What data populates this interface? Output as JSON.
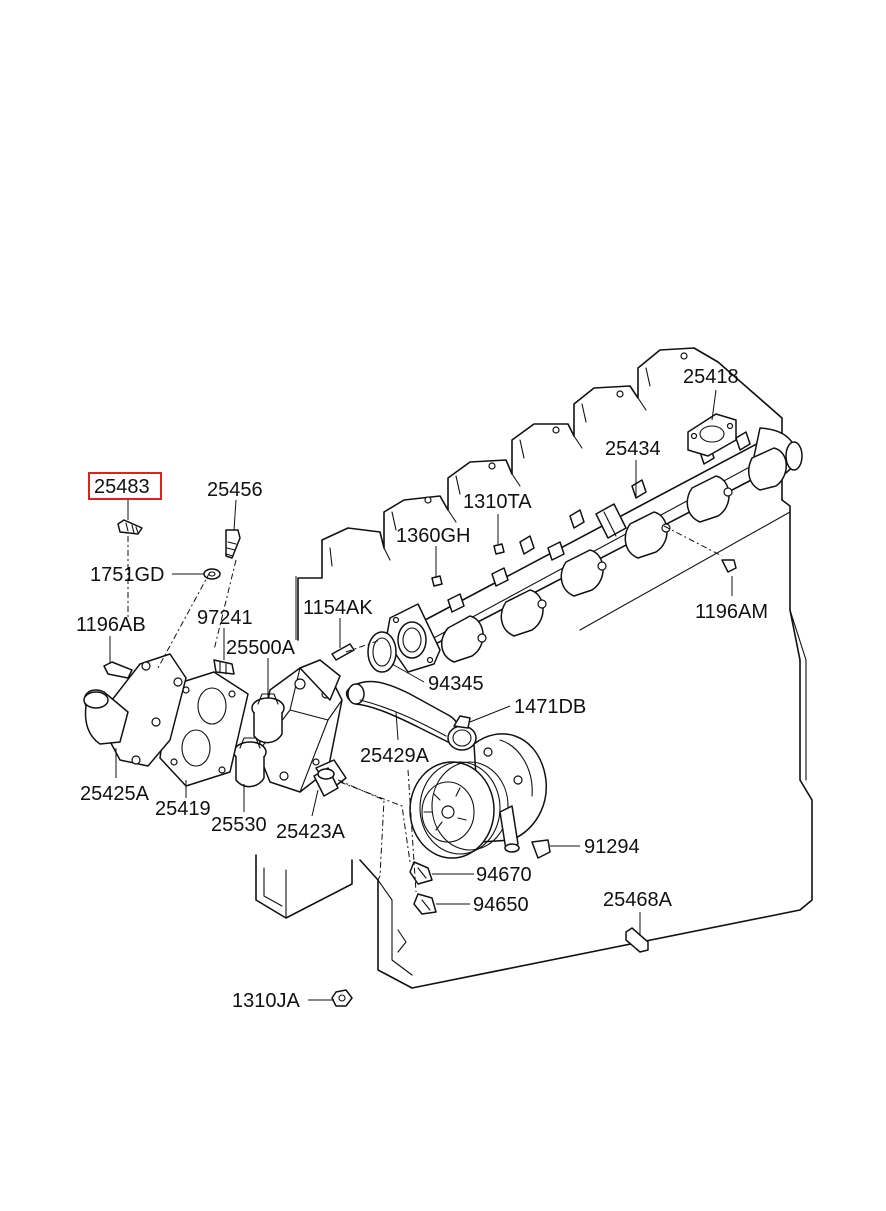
{
  "highlight_color": "#e02020",
  "labels": {
    "p25483": "25483",
    "p25456": "25456",
    "p1751GD": "1751GD",
    "p1196AB": "1196AB",
    "p97241": "97241",
    "p1154AK": "1154AK",
    "p25500A": "25500A",
    "p1360GH": "1360GH",
    "p1310TA": "1310TA",
    "p25434": "25434",
    "p25418": "25418",
    "p1196AM": "1196AM",
    "p94345": "94345",
    "p1471DB": "1471DB",
    "p25429A": "25429A",
    "p25425A": "25425A",
    "p25419": "25419",
    "p25530": "25530",
    "p25423A": "25423A",
    "p91294": "91294",
    "p94670": "94670",
    "p94650": "94650",
    "p25468A": "25468A",
    "p1310JA": "1310JA"
  }
}
